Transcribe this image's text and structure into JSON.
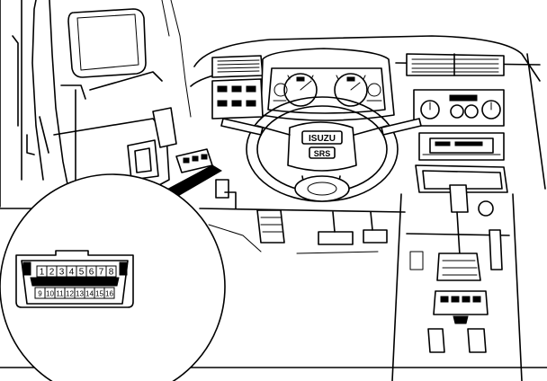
{
  "diagram": {
    "steering_badge_top": "ISUZU",
    "steering_badge_bottom": "SRS",
    "connector": {
      "top_row": [
        "1",
        "2",
        "3",
        "4",
        "5",
        "6",
        "7",
        "8"
      ],
      "bottom_row": [
        "9",
        "10",
        "11",
        "12",
        "13",
        "14",
        "15",
        "16"
      ]
    }
  }
}
